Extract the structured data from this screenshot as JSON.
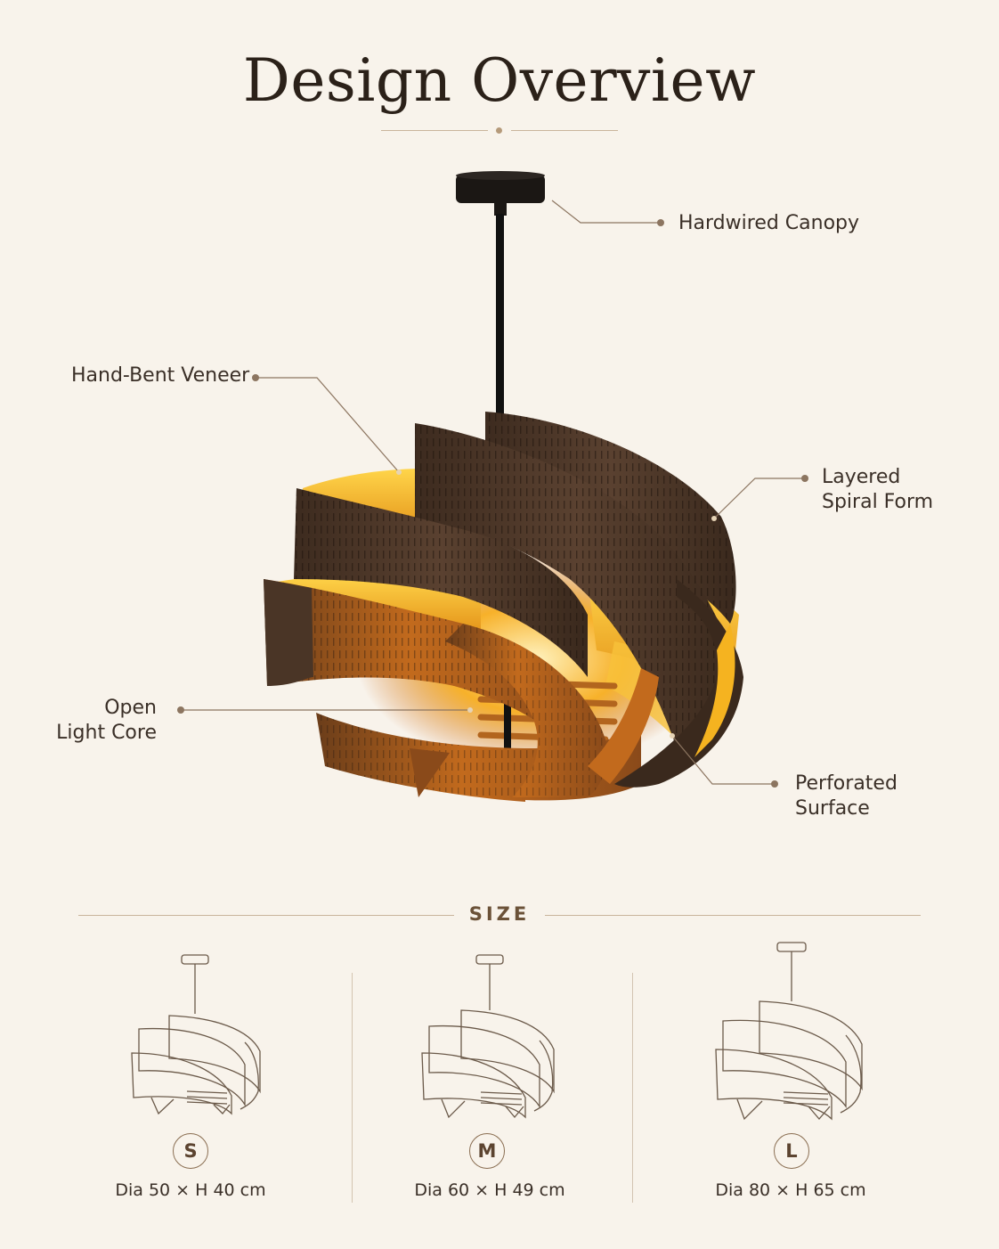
{
  "title": "Design Overview",
  "callouts": {
    "canopy": "Hardwired Canopy",
    "veneer": "Hand-Bent Veneer",
    "spiral_line1": "Layered",
    "spiral_line2": "Spiral Form",
    "core_line1": "Open",
    "core_line2": "Light Core",
    "surface_line1": "Perforated",
    "surface_line2": "Surface"
  },
  "size_section": {
    "label": "SIZE",
    "sizes": [
      {
        "badge": "S",
        "dims": "Dia 50 × H 40 cm"
      },
      {
        "badge": "M",
        "dims": "Dia 60 × H 49 cm"
      },
      {
        "badge": "L",
        "dims": "Dia 80 × H 65 cm"
      }
    ]
  },
  "colors": {
    "background": "#f8f3eb",
    "wood_dark": "#4a3526",
    "wood_warm": "#b8651c",
    "glow": "#f5b320",
    "accent_line": "#a88c6c"
  }
}
